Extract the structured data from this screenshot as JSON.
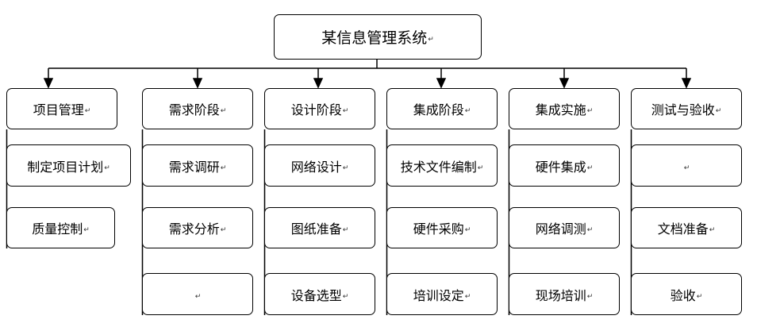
{
  "root": {
    "label": "某信息管理系统"
  },
  "return_mark": "↵",
  "columns": [
    {
      "id": "project",
      "header": "项目管理",
      "items": [
        "制定项目计划",
        "质量控制"
      ]
    },
    {
      "id": "requirements",
      "header": "需求阶段",
      "items": [
        "需求调研",
        "需求分析",
        ""
      ]
    },
    {
      "id": "design",
      "header": "设计阶段",
      "items": [
        "网络设计",
        "图纸准备",
        "设备选型"
      ]
    },
    {
      "id": "integration",
      "header": "集成阶段",
      "items": [
        "技术文件编制",
        "硬件采购",
        "培训设定"
      ]
    },
    {
      "id": "implementation",
      "header": "集成实施",
      "items": [
        "硬件集成",
        "网络调测",
        "现场培训"
      ]
    },
    {
      "id": "testing",
      "header": "测试与验收",
      "items": [
        "",
        "文档准备",
        "验收"
      ]
    }
  ]
}
